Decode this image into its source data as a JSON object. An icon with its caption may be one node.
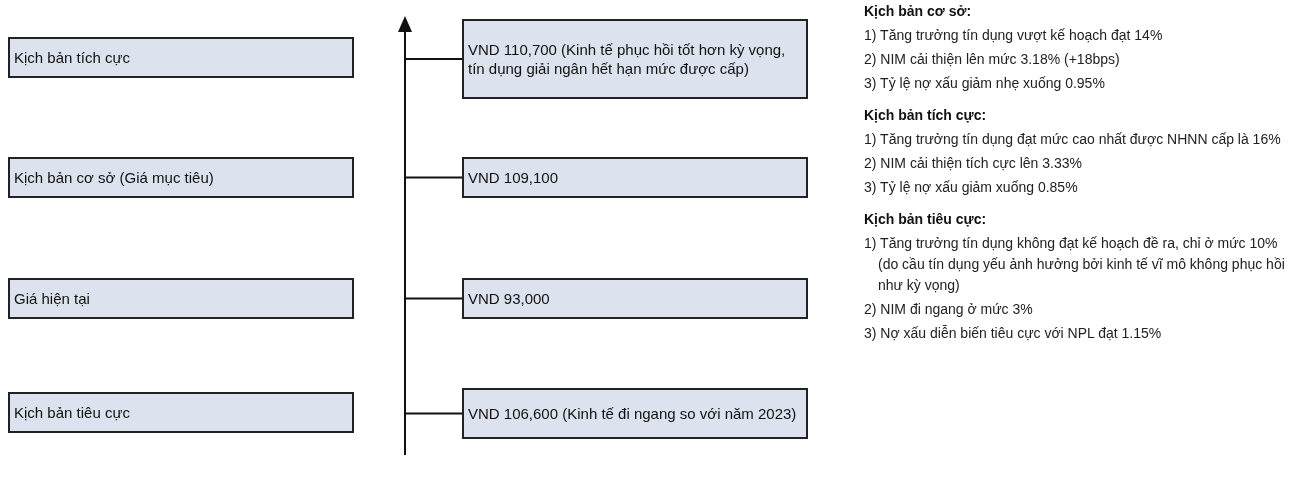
{
  "diagram": {
    "nodes": [
      {
        "text": [
          "Kịch bản tích cực"
        ]
      },
      {
        "text": [
          "Kịch bản cơ sở (Giá mục tiêu)"
        ]
      },
      {
        "text": [
          "Giá hiện tại"
        ]
      },
      {
        "text": [
          "Kịch bản tiêu cực"
        ]
      },
      {
        "text": [
          "VND 110,700 (Kinh tế phục hồi tốt hơn kỳ vọng, tín dụng giải ngân hết hạn mức được cấp)"
        ]
      },
      {
        "text": [
          "VND 109,100"
        ]
      },
      {
        "text": [
          "VND 93,000"
        ]
      },
      {
        "text": [
          "VND 106,600 (Kinh tế đi ngang so với năm 2023)"
        ]
      }
    ],
    "edges": [
      {
        "from": null,
        "to": 4,
        "arrow": "none"
      },
      {
        "from": null,
        "to": 5,
        "arrow": "none"
      },
      {
        "from": null,
        "to": 6,
        "arrow": "none"
      },
      {
        "from": null,
        "to": 7,
        "arrow": "none"
      }
    ],
    "labels": [
      "Kịch bản cơ sở:",
      "1) Tăng trưởng tín dụng vượt kế hoạch đạt 14%",
      "2) NIM cải thiện lên mức 3.18% (+18bps)",
      "3) Tỷ lệ nợ xấu giảm nhẹ xuống 0.95%",
      "Kịch bản tích cực:",
      "1) Tăng trưởng tín dụng đạt mức cao nhất được NHNN cấp là 16%",
      "2) NIM cải thiện tích cực lên 3.33%",
      "3) Tỷ lệ nợ xấu giảm xuống 0.85%",
      "Kịch bản tiêu cực:",
      "1) Tăng trưởng tín dụng không đạt kế hoạch đề ra, chỉ ở mức 10% (do cầu tín dụng yếu ảnh hưởng bởi kinh tế vĩ mô không phục hồi như kỳ vọng)",
      "2) NIM đi ngang ở mức 3%",
      "3) Nợ xấu diễn biến tiêu cực với NPL đạt 1.15%"
    ]
  }
}
